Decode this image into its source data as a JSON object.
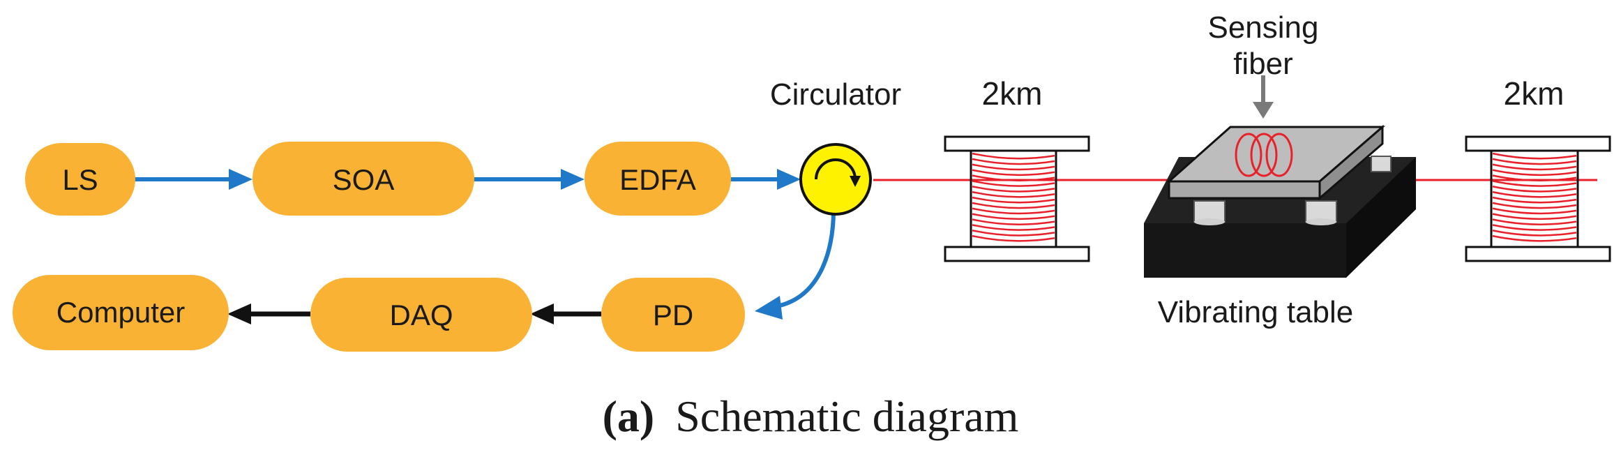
{
  "colors": {
    "block": "#F9B233",
    "blue_arrow": "#1F78C8",
    "black_arrow": "#111111",
    "fiber": "#E8202A",
    "circulator": "#FFF200",
    "table_top": "#BDBDBD",
    "table_base": "#1C1C1C"
  },
  "blocks": {
    "ls": "LS",
    "soa": "SOA",
    "edfa": "EDFA",
    "pd": "PD",
    "daq": "DAQ",
    "computer": "Computer"
  },
  "labels": {
    "circulator": "Circulator",
    "spool_left": "2km",
    "spool_right": "2km",
    "sensing_line1": "Sensing",
    "sensing_line2": "fiber",
    "vibrating_table": "Vibrating table"
  },
  "caption": {
    "letter": "(a)",
    "text": "Schematic diagram"
  }
}
